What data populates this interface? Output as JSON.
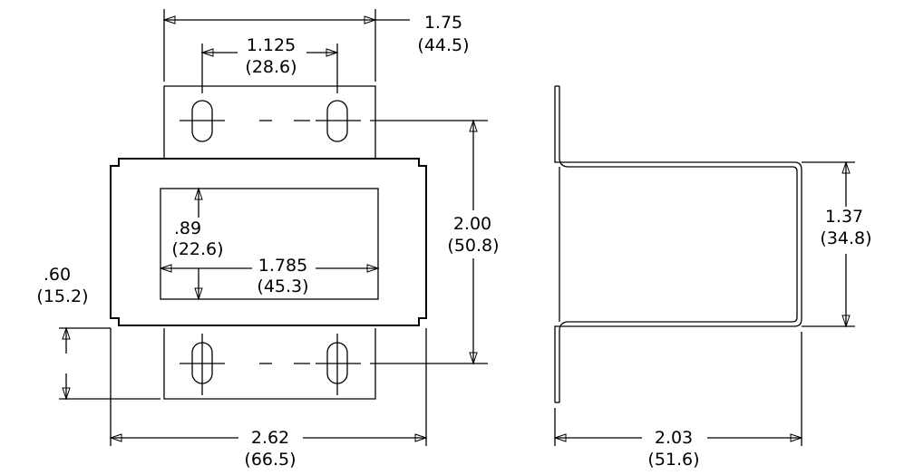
{
  "dimensions": {
    "slot_spacing": {
      "inch": "1.125",
      "mm": "(28.6)"
    },
    "tab_width": {
      "inch": "1.75",
      "mm": "(44.5)"
    },
    "slot_to_slot_height": {
      "inch": "2.00",
      "mm": "(50.8)"
    },
    "window_height": {
      "inch": ".89",
      "mm": "(22.6)"
    },
    "window_width": {
      "inch": "1.785",
      "mm": "(45.3)"
    },
    "tab_height": {
      "inch": ".60",
      "mm": "(15.2)"
    },
    "overall_width": {
      "inch": "2.62",
      "mm": "(66.5)"
    },
    "side_height": {
      "inch": "1.37",
      "mm": "(34.8)"
    },
    "side_depth": {
      "inch": "2.03",
      "mm": "(51.6)"
    }
  },
  "colors": {
    "line": "#000000",
    "background": "#ffffff"
  }
}
